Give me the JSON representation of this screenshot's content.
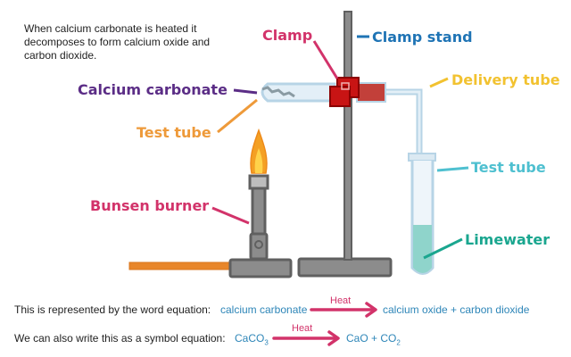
{
  "intro_text": "When calcium carbonate is heated it decomposes to form calcium oxide and carbon dioxide.",
  "labels": {
    "clamp": {
      "text": "Clamp",
      "color": "#d2336a"
    },
    "clamp_stand": {
      "text": "Clamp stand",
      "color": "#1f74b5"
    },
    "calcium_carbonate": {
      "text": "Calcium carbonate",
      "color": "#5b2d86"
    },
    "delivery_tube": {
      "text": "Delivery tube",
      "color": "#f2c230"
    },
    "test_tube_left": {
      "text": "Test tube",
      "color": "#ee9a3a"
    },
    "test_tube_right": {
      "text": "Test tube",
      "color": "#4fc0d0"
    },
    "bunsen_burner": {
      "text": "Bunsen burner",
      "color": "#d2336a"
    },
    "limewater": {
      "text": "Limewater",
      "color": "#1aa68f"
    }
  },
  "word_equation": {
    "intro": "This is represented by the word equation:",
    "reactant": "calcium carbonate",
    "condition": "Heat",
    "products": "calcium oxide + carbon dioxide"
  },
  "symbol_equation": {
    "intro": "We can also write this as a symbol equation:",
    "reactant_main": "CaCO",
    "reactant_sub": "3",
    "condition": "Heat",
    "products_main": "CaO + CO",
    "products_sub": "2"
  }
}
